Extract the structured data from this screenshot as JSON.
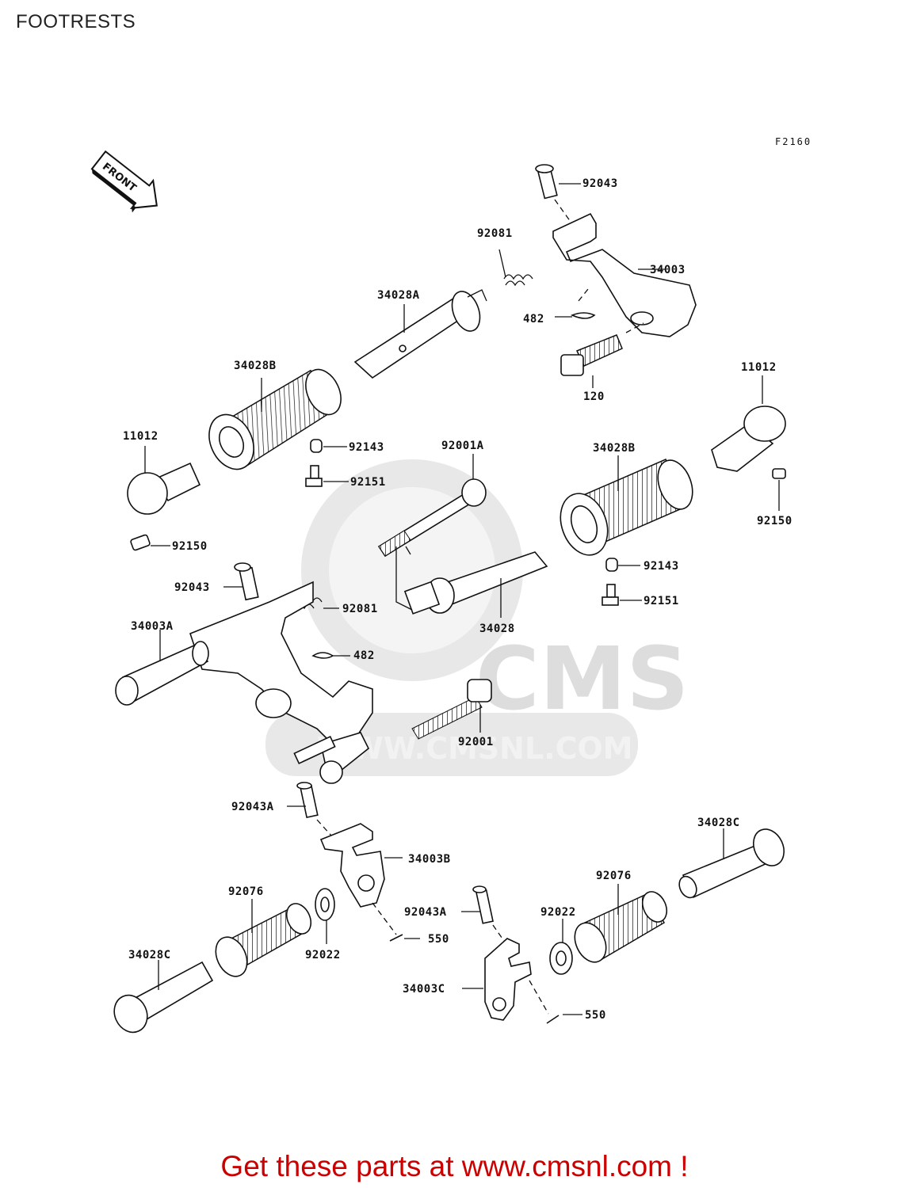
{
  "title": "FOOTRESTS",
  "figure_code": "F2160",
  "front_label": "FRONT",
  "watermark": {
    "logo": "CMS",
    "url": "WWW.CMSNL.COM"
  },
  "footer_text": "Get these parts at www.cmsnl.com !",
  "parts": {
    "p92043_top": "92043",
    "p92081_top": "92081",
    "p34003": "34003",
    "p34028A": "34028A",
    "p482_top": "482",
    "p34028B_left": "34028B",
    "p120": "120",
    "p11012_right": "11012",
    "p11012_left": "11012",
    "p92143_top": "92143",
    "p92001A": "92001A",
    "p34028B_right": "34028B",
    "p92151_top": "92151",
    "p92150_right": "92150",
    "p92150_left": "92150",
    "p92143_bottom": "92143",
    "p92043_mid": "92043",
    "p92081_mid": "92081",
    "p92151_bottom": "92151",
    "p34003A": "34003A",
    "p34028": "34028",
    "p482_mid": "482",
    "p92001": "92001",
    "p92043A_top": "92043A",
    "p34028C_right": "34028C",
    "p34003B": "34003B",
    "p92076_left": "92076",
    "p92076_right": "92076",
    "p92043A_bottom": "92043A",
    "p92022_right": "92022",
    "p550_top": "550",
    "p34028C_left": "34028C",
    "p92022_left": "92022",
    "p34003C": "34003C",
    "p550_bottom": "550"
  }
}
